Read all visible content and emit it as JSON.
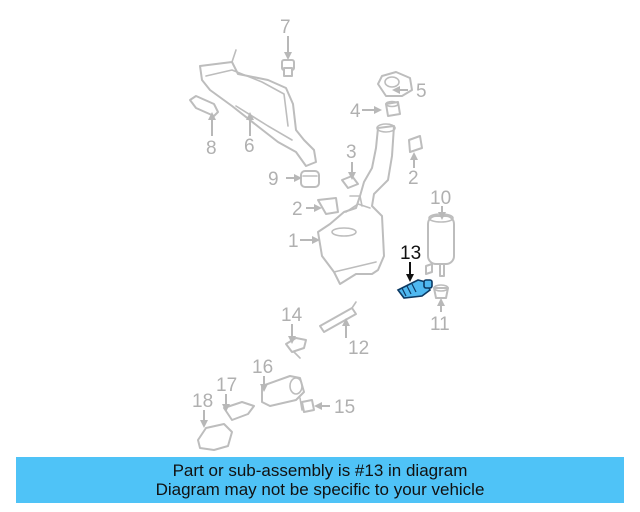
{
  "diagram": {
    "labels": {
      "p1": "1",
      "p2a": "2",
      "p2b": "2",
      "p3": "3",
      "p4": "4",
      "p5": "5",
      "p6": "6",
      "p7": "7",
      "p8": "8",
      "p9": "9",
      "p10": "10",
      "p11": "11",
      "p12": "12",
      "p13": "13",
      "p14": "14",
      "p15": "15",
      "p16": "16",
      "p17": "17",
      "p18": "18"
    },
    "highlighted_part": "13",
    "highlight_color": "#4fb8f0"
  },
  "banner": {
    "line1": "Part or sub-assembly is #13 in diagram",
    "line2": "Diagram may not be specific to your vehicle",
    "background": "#4fc3f7"
  }
}
